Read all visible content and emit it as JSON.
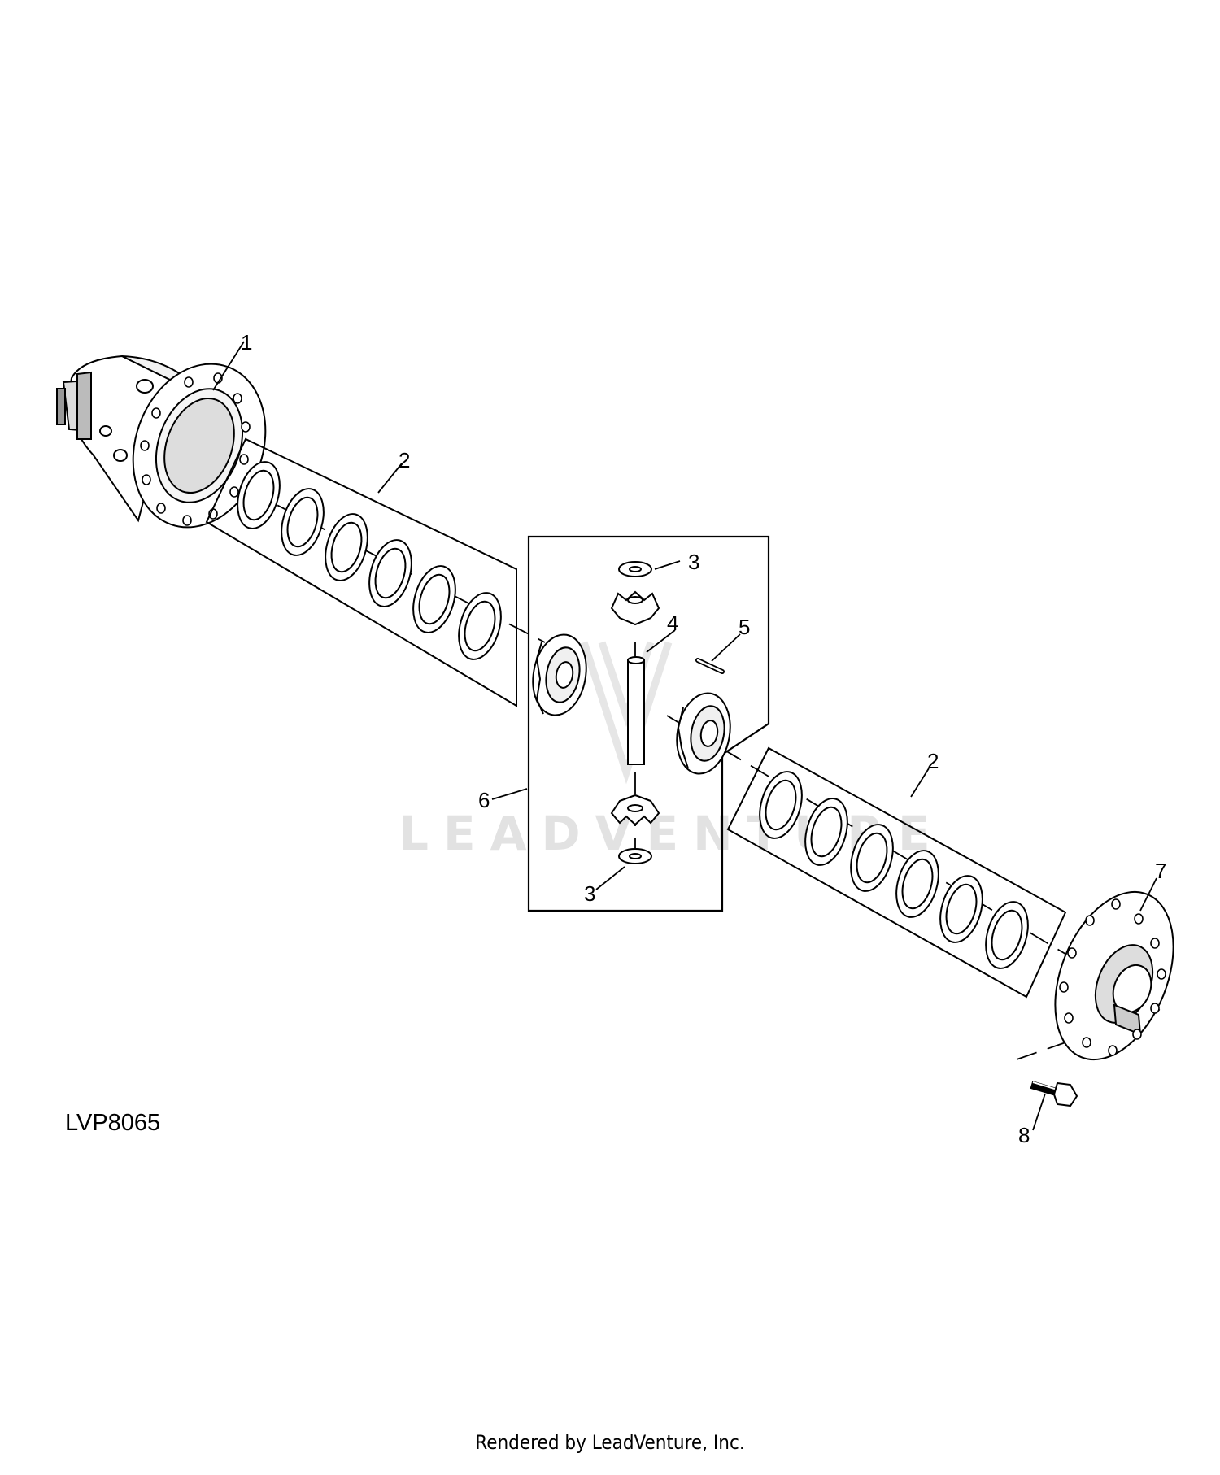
{
  "figure_id": "LVP8065",
  "watermark": "LEADVENTURE",
  "footer": "Rendered by LeadVenture, Inc.",
  "callouts": {
    "c1": "1",
    "c2a": "2",
    "c2b": "2",
    "c3a": "3",
    "c3b": "3",
    "c4": "4",
    "c5": "5",
    "c6": "6",
    "c7": "7",
    "c8": "8"
  }
}
